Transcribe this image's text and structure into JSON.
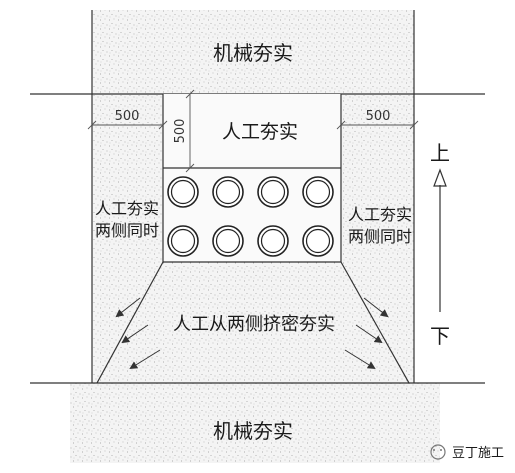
{
  "labels": {
    "top_fill": "机械夯实",
    "bottom_fill": "机械夯实",
    "middle_top": "人工夯实",
    "left_side_line1": "人工夯实",
    "left_side_line2": "两侧同时",
    "right_side_line1": "人工夯实",
    "right_side_line2": "两侧同时",
    "lower_zone": "人工从两侧挤密夯实",
    "dir_up": "上",
    "dir_down": "下",
    "dim_left": "500",
    "dim_vertical": "500",
    "dim_right": "500",
    "watermark": "豆丁施工"
  },
  "pipes": {
    "rows": 2,
    "cols": 4
  }
}
